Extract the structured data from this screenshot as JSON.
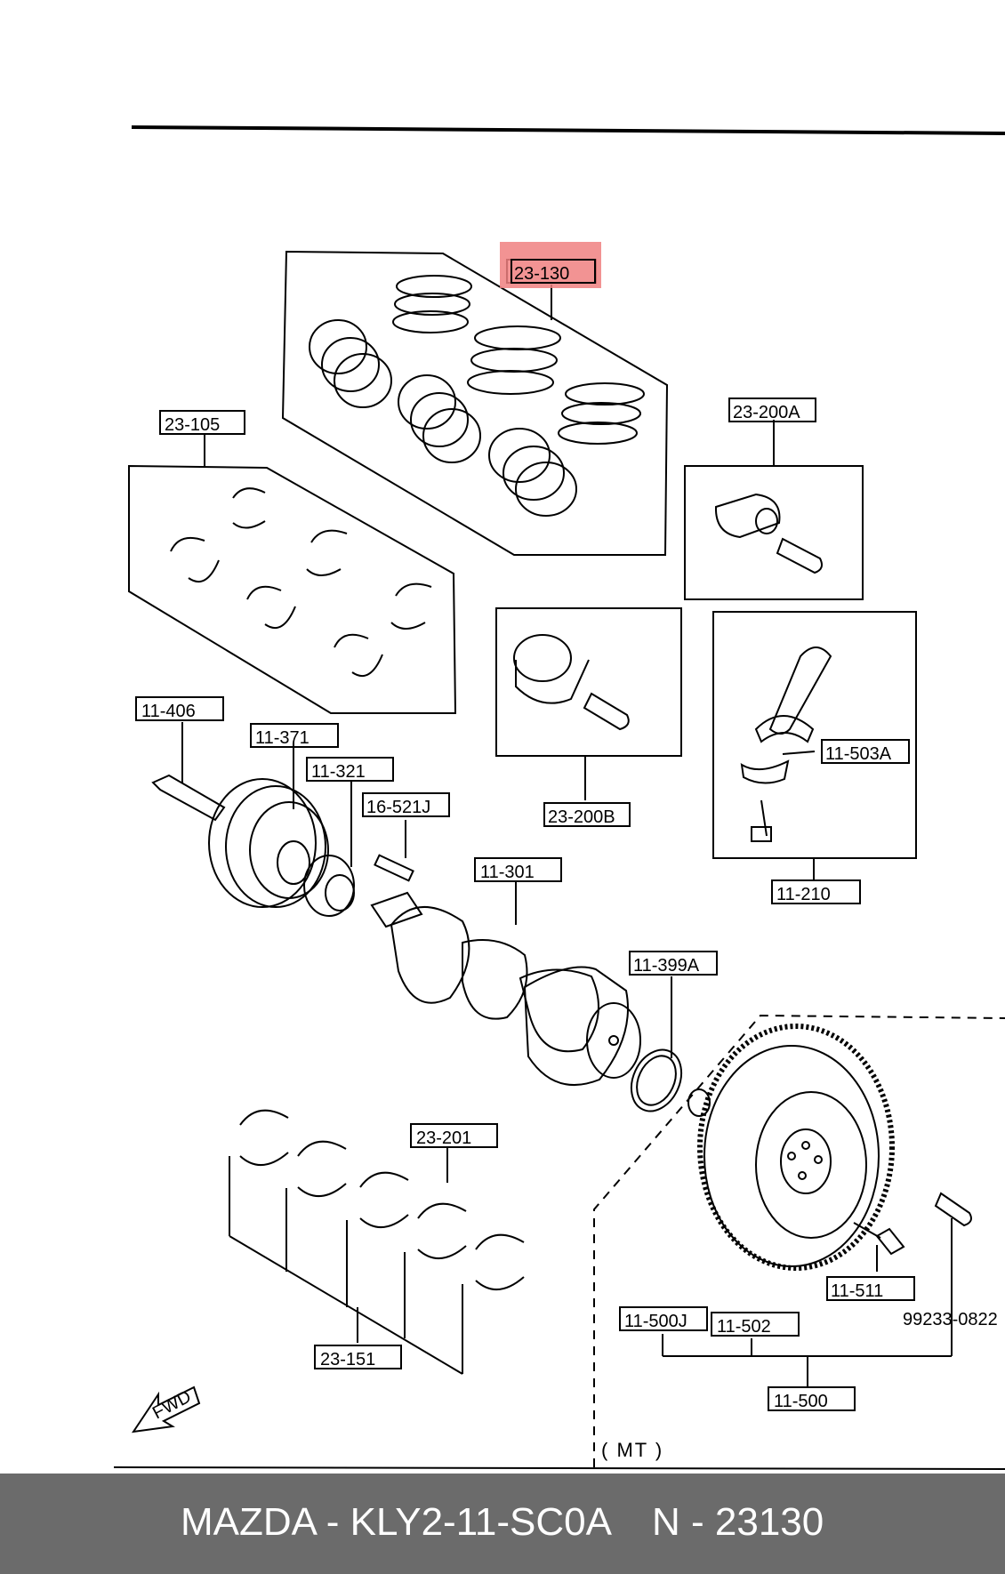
{
  "callouts": {
    "c23_130": "23-130",
    "c23_105": "23-105",
    "c23_200A": "23-200A",
    "c23_200B": "23-200B",
    "c11_406": "11-406",
    "c11_371": "11-371",
    "c11_321": "11-321",
    "c16_521J": "16-521J",
    "c11_301": "11-301",
    "c11_503A": "11-503A",
    "c11_210": "11-210",
    "c11_399A": "11-399A",
    "c23_201": "23-201",
    "c23_151": "23-151",
    "c11_511": "11-511",
    "c99233_0822": "99233-0822",
    "c11_500J": "11-500J",
    "c11_502": "11-502",
    "c11_500": "11-500"
  },
  "variant_label": "( MT )",
  "fwd_label": "FWD",
  "highlight_color": "#f08080",
  "footer": {
    "brand_part": "MAZDA - KLY2-11-SC0A",
    "number": "N - 23130",
    "background": "#6b6b6b"
  }
}
